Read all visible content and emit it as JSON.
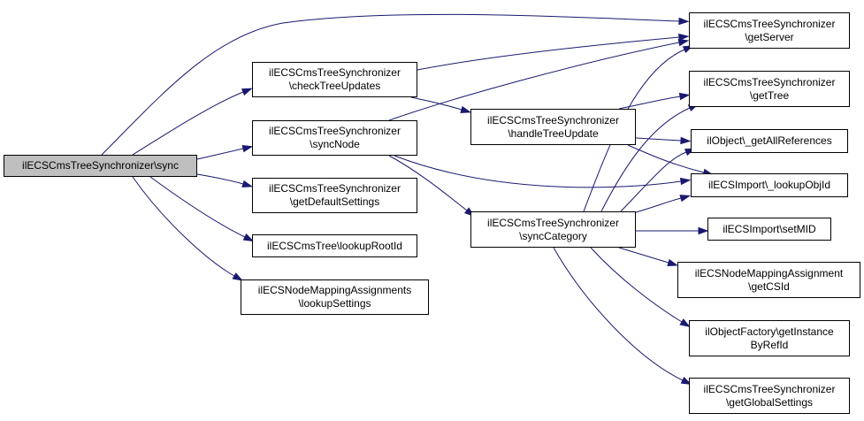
{
  "nodes": {
    "sync": [
      "ilECSCmsTreeSynchronizer\\sync"
    ],
    "checkTreeUpdates": [
      "ilECSCmsTreeSynchronizer",
      "\\checkTreeUpdates"
    ],
    "syncNode": [
      "ilECSCmsTreeSynchronizer",
      "\\syncNode"
    ],
    "getDefaultSettings": [
      "ilECSCmsTreeSynchronizer",
      "\\getDefaultSettings"
    ],
    "lookupRootId": [
      "ilECSCmsTree\\lookupRootId"
    ],
    "lookupSettings": [
      "ilECSNodeMappingAssignments",
      "\\lookupSettings"
    ],
    "handleTreeUpdate": [
      "ilECSCmsTreeSynchronizer",
      "\\handleTreeUpdate"
    ],
    "syncCategory": [
      "ilECSCmsTreeSynchronizer",
      "\\syncCategory"
    ],
    "getServer": [
      "ilECSCmsTreeSynchronizer",
      "\\getServer"
    ],
    "getTree": [
      "ilECSCmsTreeSynchronizer",
      "\\getTree"
    ],
    "getAllReferences": [
      "ilObject\\_getAllReferences"
    ],
    "lookupObjId": [
      "ilECSImport\\_lookupObjId"
    ],
    "setMID": [
      "ilECSImport\\setMID"
    ],
    "getCSId": [
      "ilECSNodeMappingAssignment",
      "\\getCSId"
    ],
    "getInstanceByRefId": [
      "ilObjectFactory\\getInstance",
      "ByRefId"
    ],
    "getGlobalSettings": [
      "ilECSCmsTreeSynchronizer",
      "\\getGlobalSettings"
    ]
  },
  "root_node": "sync",
  "edges": [
    [
      "sync",
      "getServer"
    ],
    [
      "sync",
      "checkTreeUpdates"
    ],
    [
      "sync",
      "syncNode"
    ],
    [
      "sync",
      "getDefaultSettings"
    ],
    [
      "sync",
      "lookupRootId"
    ],
    [
      "sync",
      "lookupSettings"
    ],
    [
      "checkTreeUpdates",
      "getServer"
    ],
    [
      "checkTreeUpdates",
      "handleTreeUpdate"
    ],
    [
      "syncNode",
      "getServer"
    ],
    [
      "syncNode",
      "syncCategory"
    ],
    [
      "syncNode",
      "lookupObjId"
    ],
    [
      "handleTreeUpdate",
      "getTree"
    ],
    [
      "handleTreeUpdate",
      "getAllReferences"
    ],
    [
      "handleTreeUpdate",
      "lookupObjId"
    ],
    [
      "syncCategory",
      "getServer"
    ],
    [
      "syncCategory",
      "getTree"
    ],
    [
      "syncCategory",
      "getAllReferences"
    ],
    [
      "syncCategory",
      "lookupObjId"
    ],
    [
      "syncCategory",
      "setMID"
    ],
    [
      "syncCategory",
      "getCSId"
    ],
    [
      "syncCategory",
      "getInstanceByRefId"
    ],
    [
      "syncCategory",
      "getGlobalSettings"
    ]
  ],
  "colors": {
    "edge": "#191970",
    "root_fill": "#bfbfbf",
    "node_fill": "#ffffff",
    "border": "#000000"
  }
}
